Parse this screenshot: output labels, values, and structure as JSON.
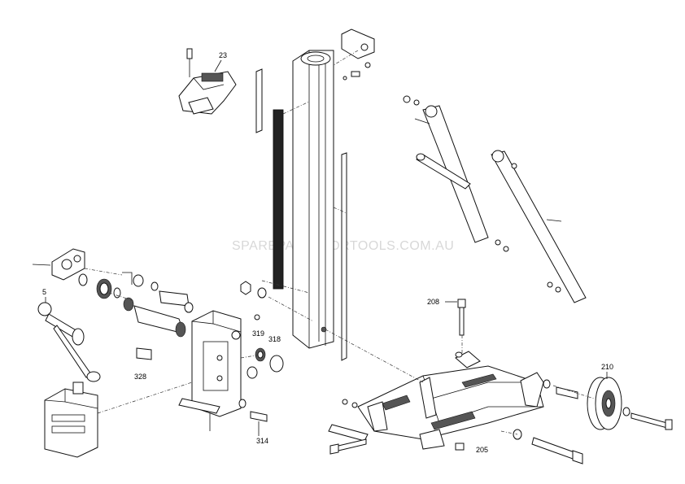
{
  "watermark": "SPAREPARTSFORTOOLS.COM.AU",
  "callouts": {
    "c23": "23",
    "c5": "5",
    "c328": "328",
    "c319": "319",
    "c318": "318",
    "c314": "314",
    "c208": "208",
    "c210": "210",
    "c205": "205"
  }
}
